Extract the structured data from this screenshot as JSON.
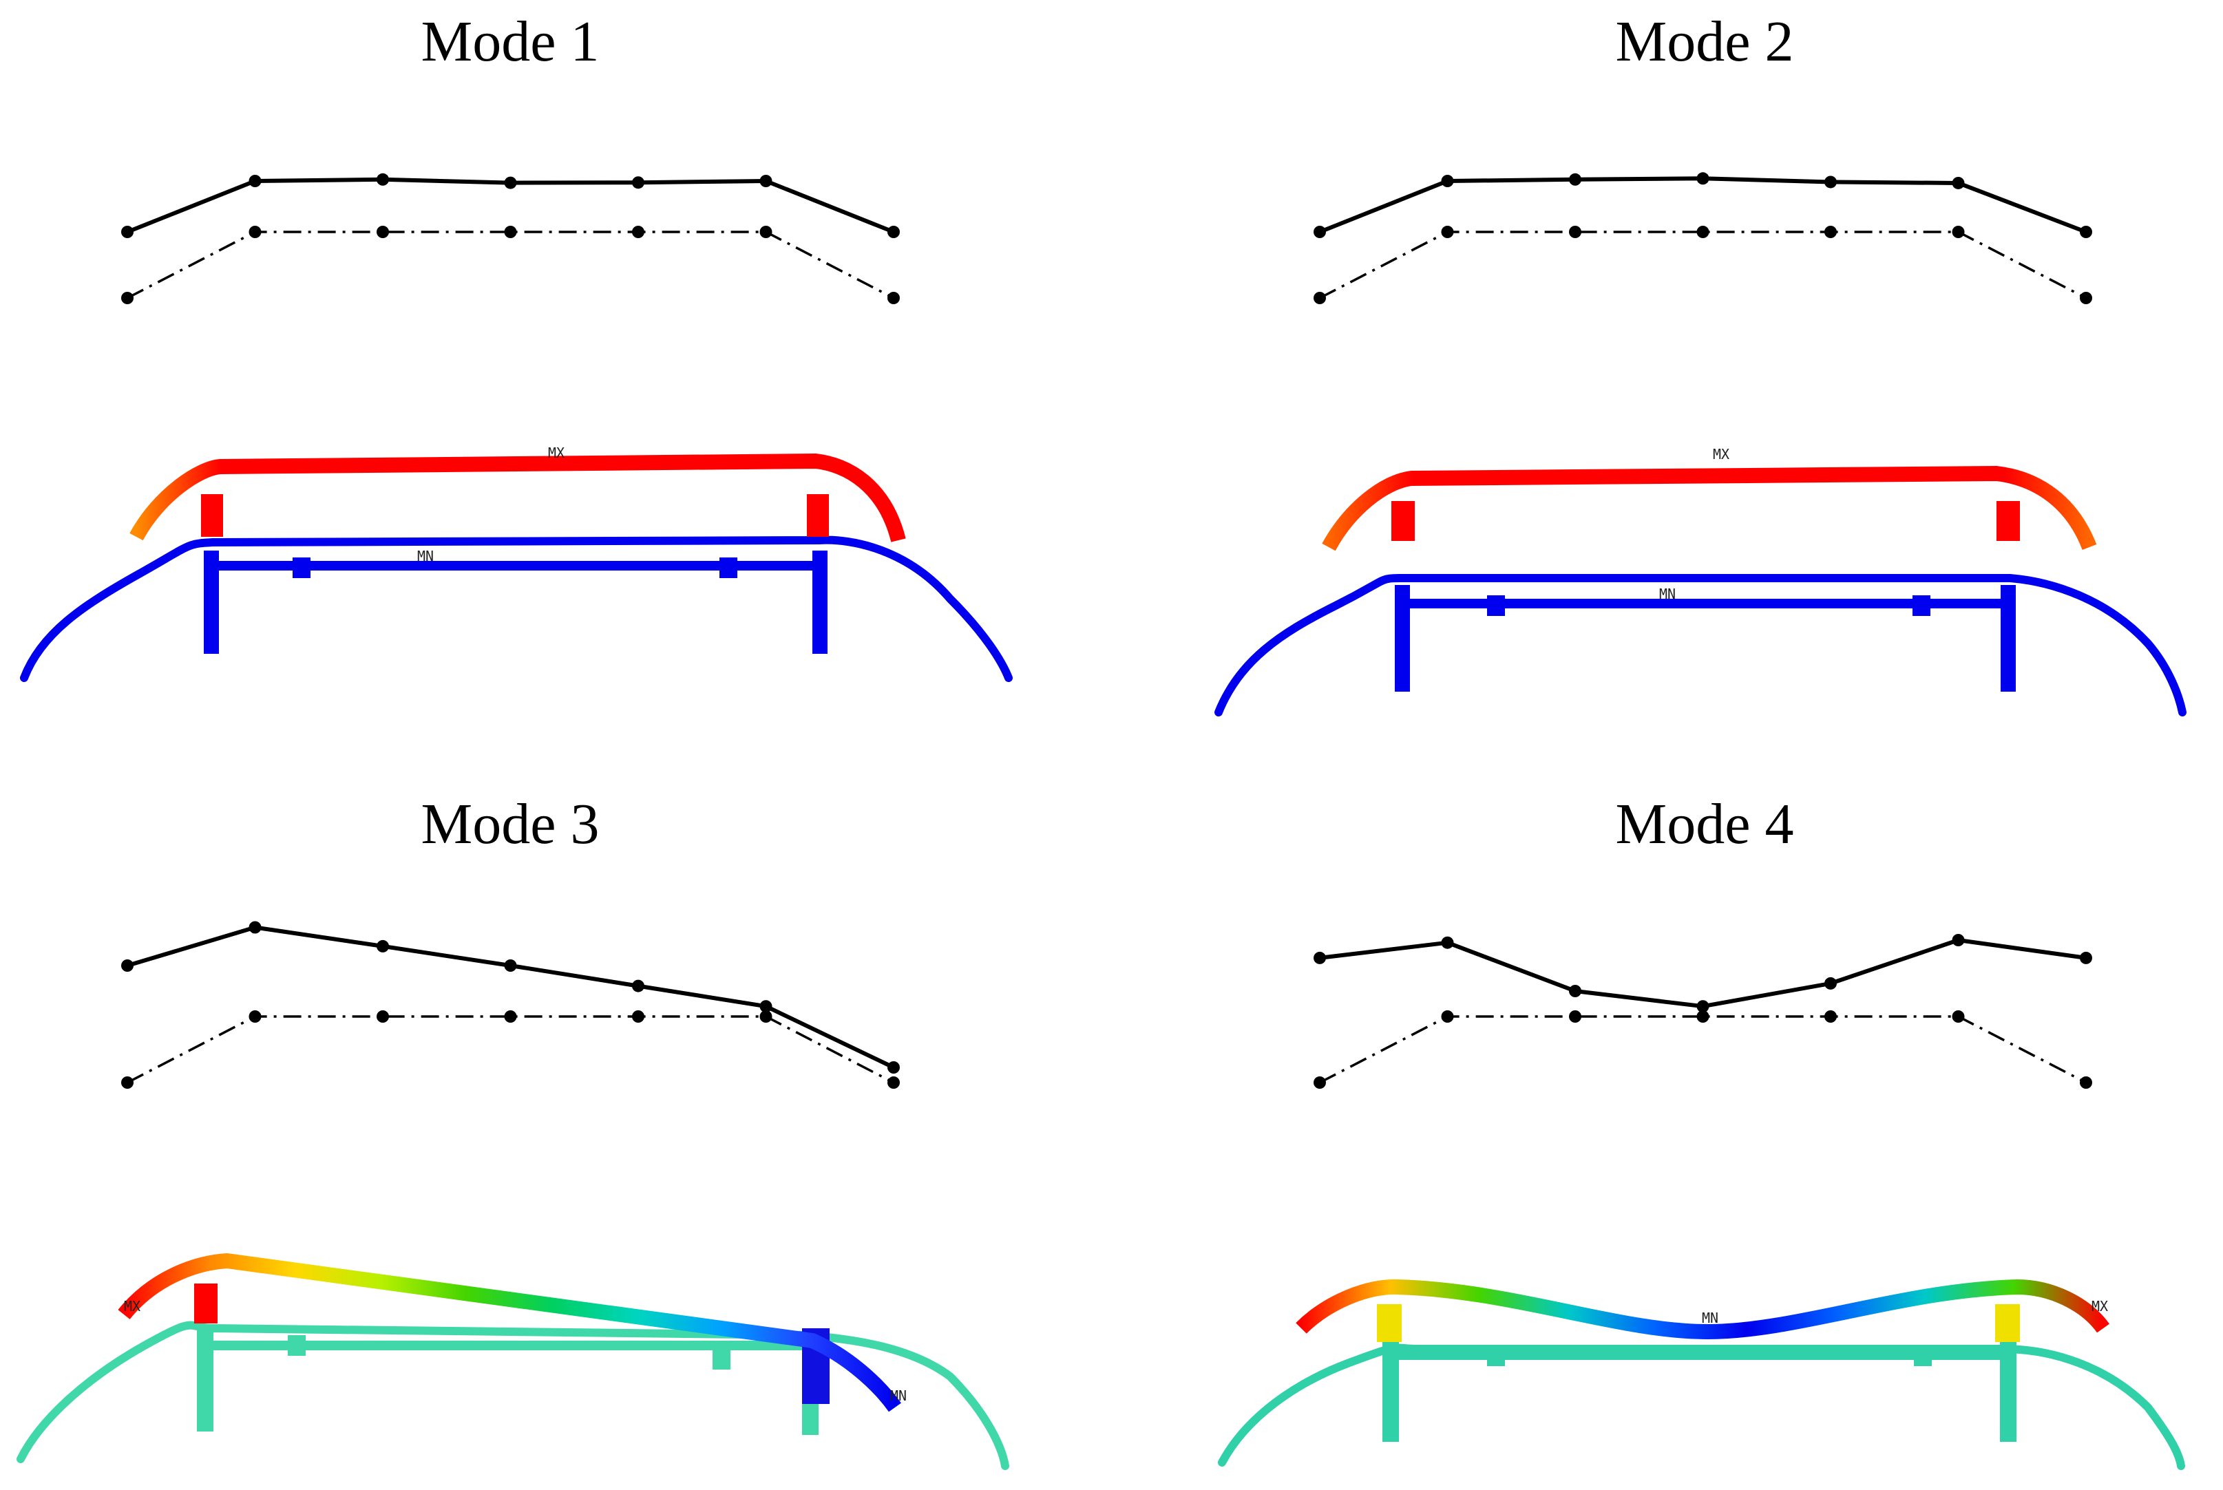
{
  "figure": {
    "panels": [
      {
        "title": "Mode 1",
        "deformed_line": [
          1.0,
          0.0,
          -0.03,
          0.035,
          0.03,
          0.0,
          1.0
        ],
        "reference_line": [
          1,
          0,
          0,
          0,
          0,
          0,
          1
        ],
        "fea": {
          "top_beam": [
            "#ff8c00",
            "#ff0000",
            "#ff0000",
            "#ff0000",
            "#ff0000",
            "#ff0000",
            "#ff0000",
            "#ff0000",
            "#ff0000",
            "#ff0000"
          ],
          "frame": "#0000ee",
          "left_post": "#ff0000",
          "right_post": "#ff0000",
          "max_label": "MX",
          "min_label": "MN"
        }
      },
      {
        "title": "Mode 2",
        "deformed_line": [
          1.0,
          0.0,
          -0.03,
          -0.05,
          0.02,
          0.04,
          1.0
        ],
        "reference_line": [
          1,
          0,
          0,
          0,
          0,
          0,
          1
        ],
        "fea": {
          "top_beam": [
            "#ff6600",
            "#ff0000",
            "#ff0000",
            "#ff0000",
            "#ff0000",
            "#ff0000",
            "#ff0000",
            "#ff0000",
            "#ff0000",
            "#ff6600"
          ],
          "frame": "#0000ee",
          "left_post": "#ff0000",
          "right_post": "#ff0000",
          "max_label": "MX",
          "min_label": "MN"
        }
      },
      {
        "title": "Mode 3",
        "deformed_line": [
          0.0,
          -0.75,
          -0.38,
          0.0,
          0.4,
          0.8,
          2.0
        ],
        "reference_line": [
          1,
          0,
          0,
          0,
          0,
          0,
          1
        ],
        "fea": {
          "top_beam": [
            "#ff0000",
            "#ff8800",
            "#ffd800",
            "#b8f000",
            "#44d400",
            "#00d060",
            "#00d4c0",
            "#00a0ff",
            "#2040ff",
            "#0000ee"
          ],
          "frame": "#40d8a8",
          "left_post": "#ff0000",
          "right_post": "#1010e0",
          "max_label": "MX",
          "min_label": "MN"
        }
      },
      {
        "title": "Mode 4",
        "deformed_line": [
          -0.15,
          -0.45,
          0.5,
          0.8,
          0.35,
          -0.5,
          -0.15
        ],
        "reference_line": [
          1,
          0,
          0,
          0,
          0,
          0,
          1
        ],
        "fea": {
          "top_beam": [
            "#ff0000",
            "#ffc000",
            "#44d400",
            "#00c8c8",
            "#0060ff",
            "#0000ee",
            "#0060ff",
            "#00c8c8",
            "#44d400",
            "#ff0000"
          ],
          "frame": "#30d0a8",
          "left_post": "#f0e000",
          "right_post": "#f0e000",
          "max_label": "MX",
          "min_label": "MN"
        }
      }
    ]
  }
}
